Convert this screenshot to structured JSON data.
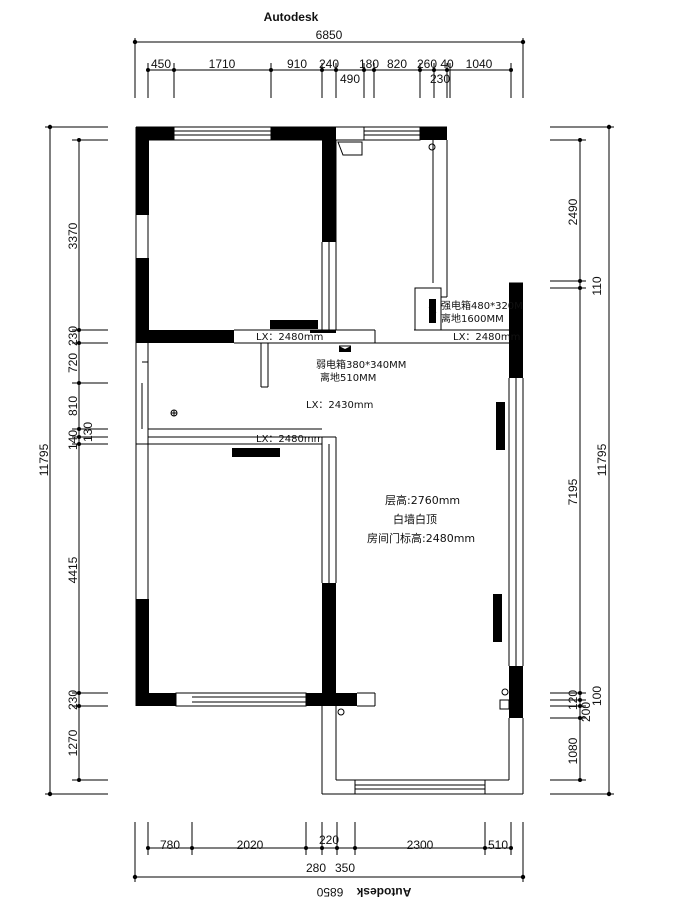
{
  "watermark_top": "Autodesk",
  "watermark_bottom": "Autodesk",
  "top": {
    "total": "6850",
    "row1": [
      "450",
      "1710",
      "910",
      "240",
      "180",
      "820",
      "260",
      "40",
      "1040"
    ],
    "row2": [
      "490",
      "230"
    ]
  },
  "bottom": {
    "row1": [
      "780",
      "2020",
      "220",
      "2300",
      "510"
    ],
    "row2": [
      "280",
      "350"
    ],
    "total": "6850"
  },
  "left": {
    "total": "11795",
    "parts": [
      "3370",
      "230",
      "720",
      "810",
      "140",
      "130",
      "4415",
      "230",
      "1270"
    ]
  },
  "right": {
    "total": "11795",
    "parts": [
      "2490",
      "110",
      "7195",
      "120",
      "100",
      "200",
      "1080"
    ]
  },
  "notes": {
    "lx_1": "LX：2480mm",
    "lx_2": "LX：2480mm",
    "lx_3": "LX：2430mm",
    "lx_4": "LX：2480mm",
    "box1_line1": "弱电箱380*340MM",
    "box1_line2": "离地510MM",
    "box2_line1": "强电箱480*320M",
    "box2_line2": "离地1600MM",
    "room_line1": "层高:2760mm",
    "room_line2": "白墙白顶",
    "room_line3": "房间门标高:2480mm"
  }
}
